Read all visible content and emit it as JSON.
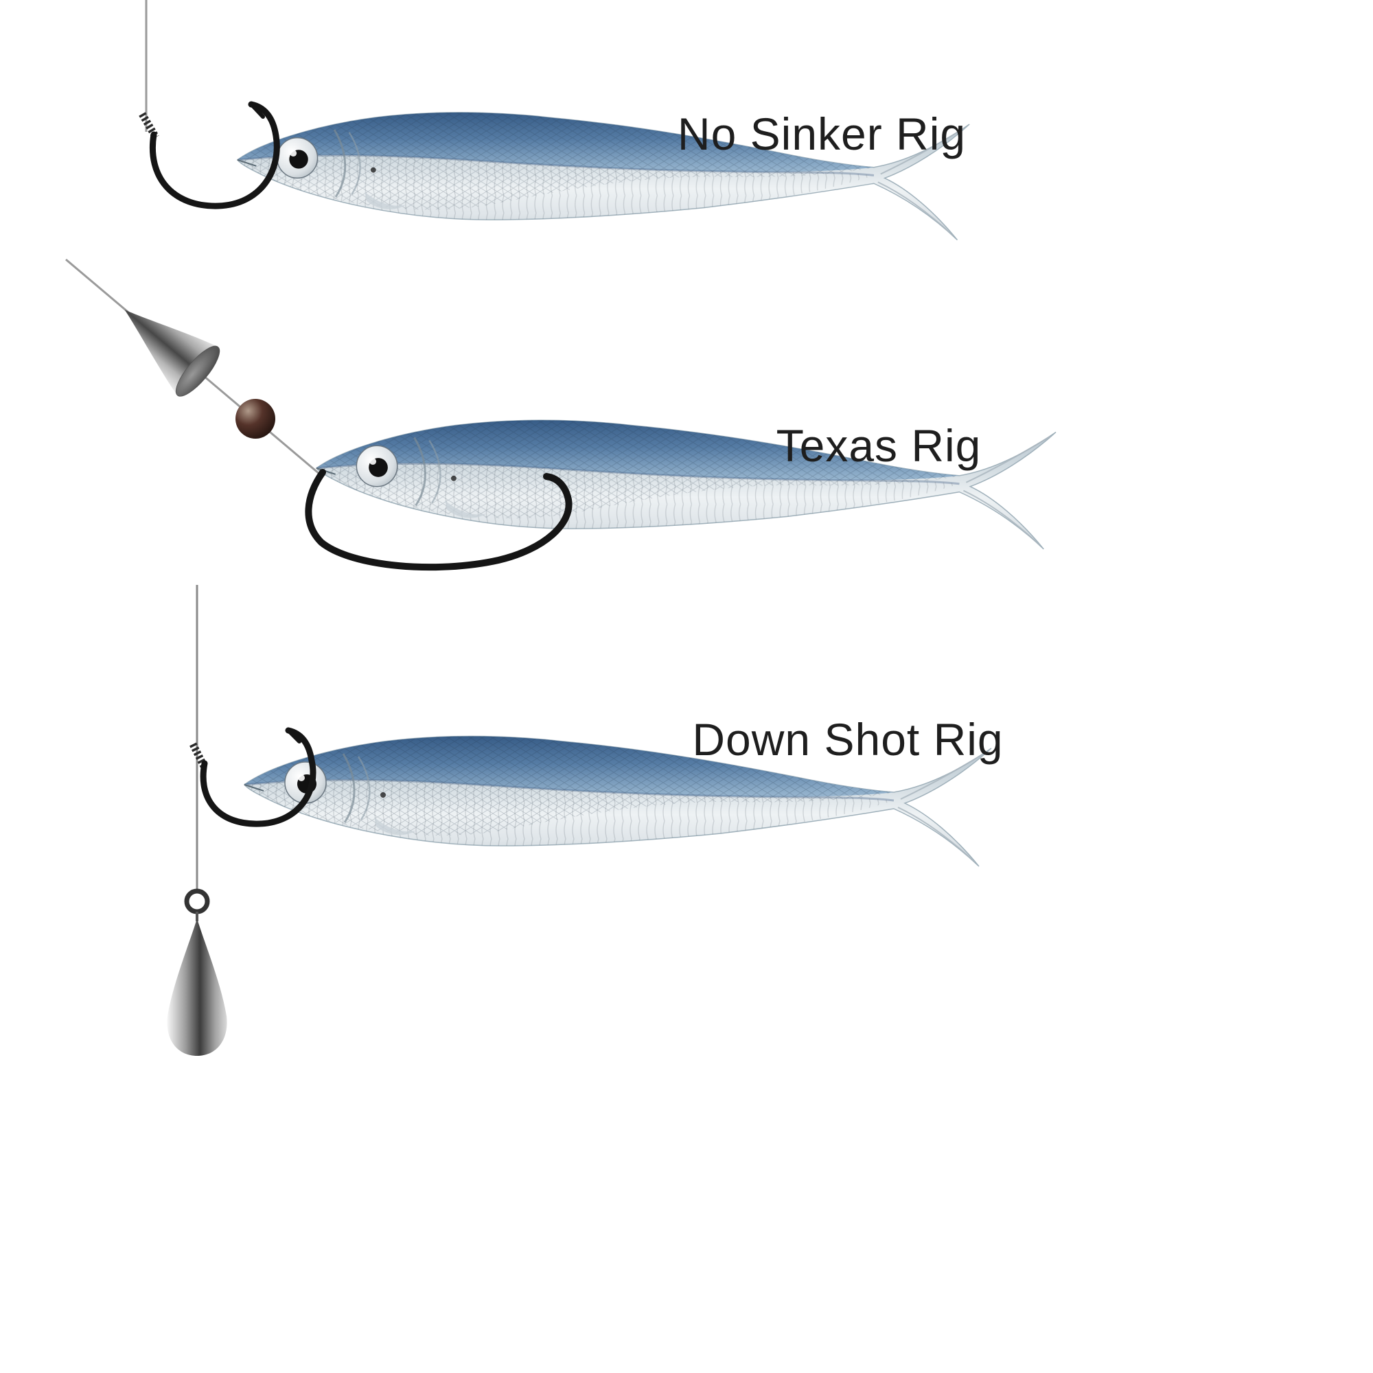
{
  "diagram": {
    "type": "fishing-rig-instruction-diagram",
    "background": "#ffffff",
    "rigs": [
      {
        "label": "No Sinker Rig",
        "parts": [
          "fishing-line",
          "bait-keeper-coil",
          "hook",
          "soft-plastic-minnow-lure"
        ]
      },
      {
        "label": "Texas Rig",
        "parts": [
          "fishing-line",
          "bullet-sinker",
          "bead",
          "offset-hook",
          "soft-plastic-minnow-lure"
        ]
      },
      {
        "label": "Down Shot Rig",
        "parts": [
          "fishing-line",
          "bait-keeper-coil",
          "hook",
          "soft-plastic-minnow-lure",
          "swivel-ring",
          "dropshot-sinker"
        ]
      }
    ],
    "colors": {
      "label_text": "#1e1e1e",
      "fish_back_blue": "#2e5a8c",
      "fish_silver": "#dfe5e9",
      "hook_black": "#151515",
      "line_gray": "#9a9a9a",
      "sinker_dark": "#3c3c3c",
      "bead_brown": "#2a1712"
    }
  }
}
